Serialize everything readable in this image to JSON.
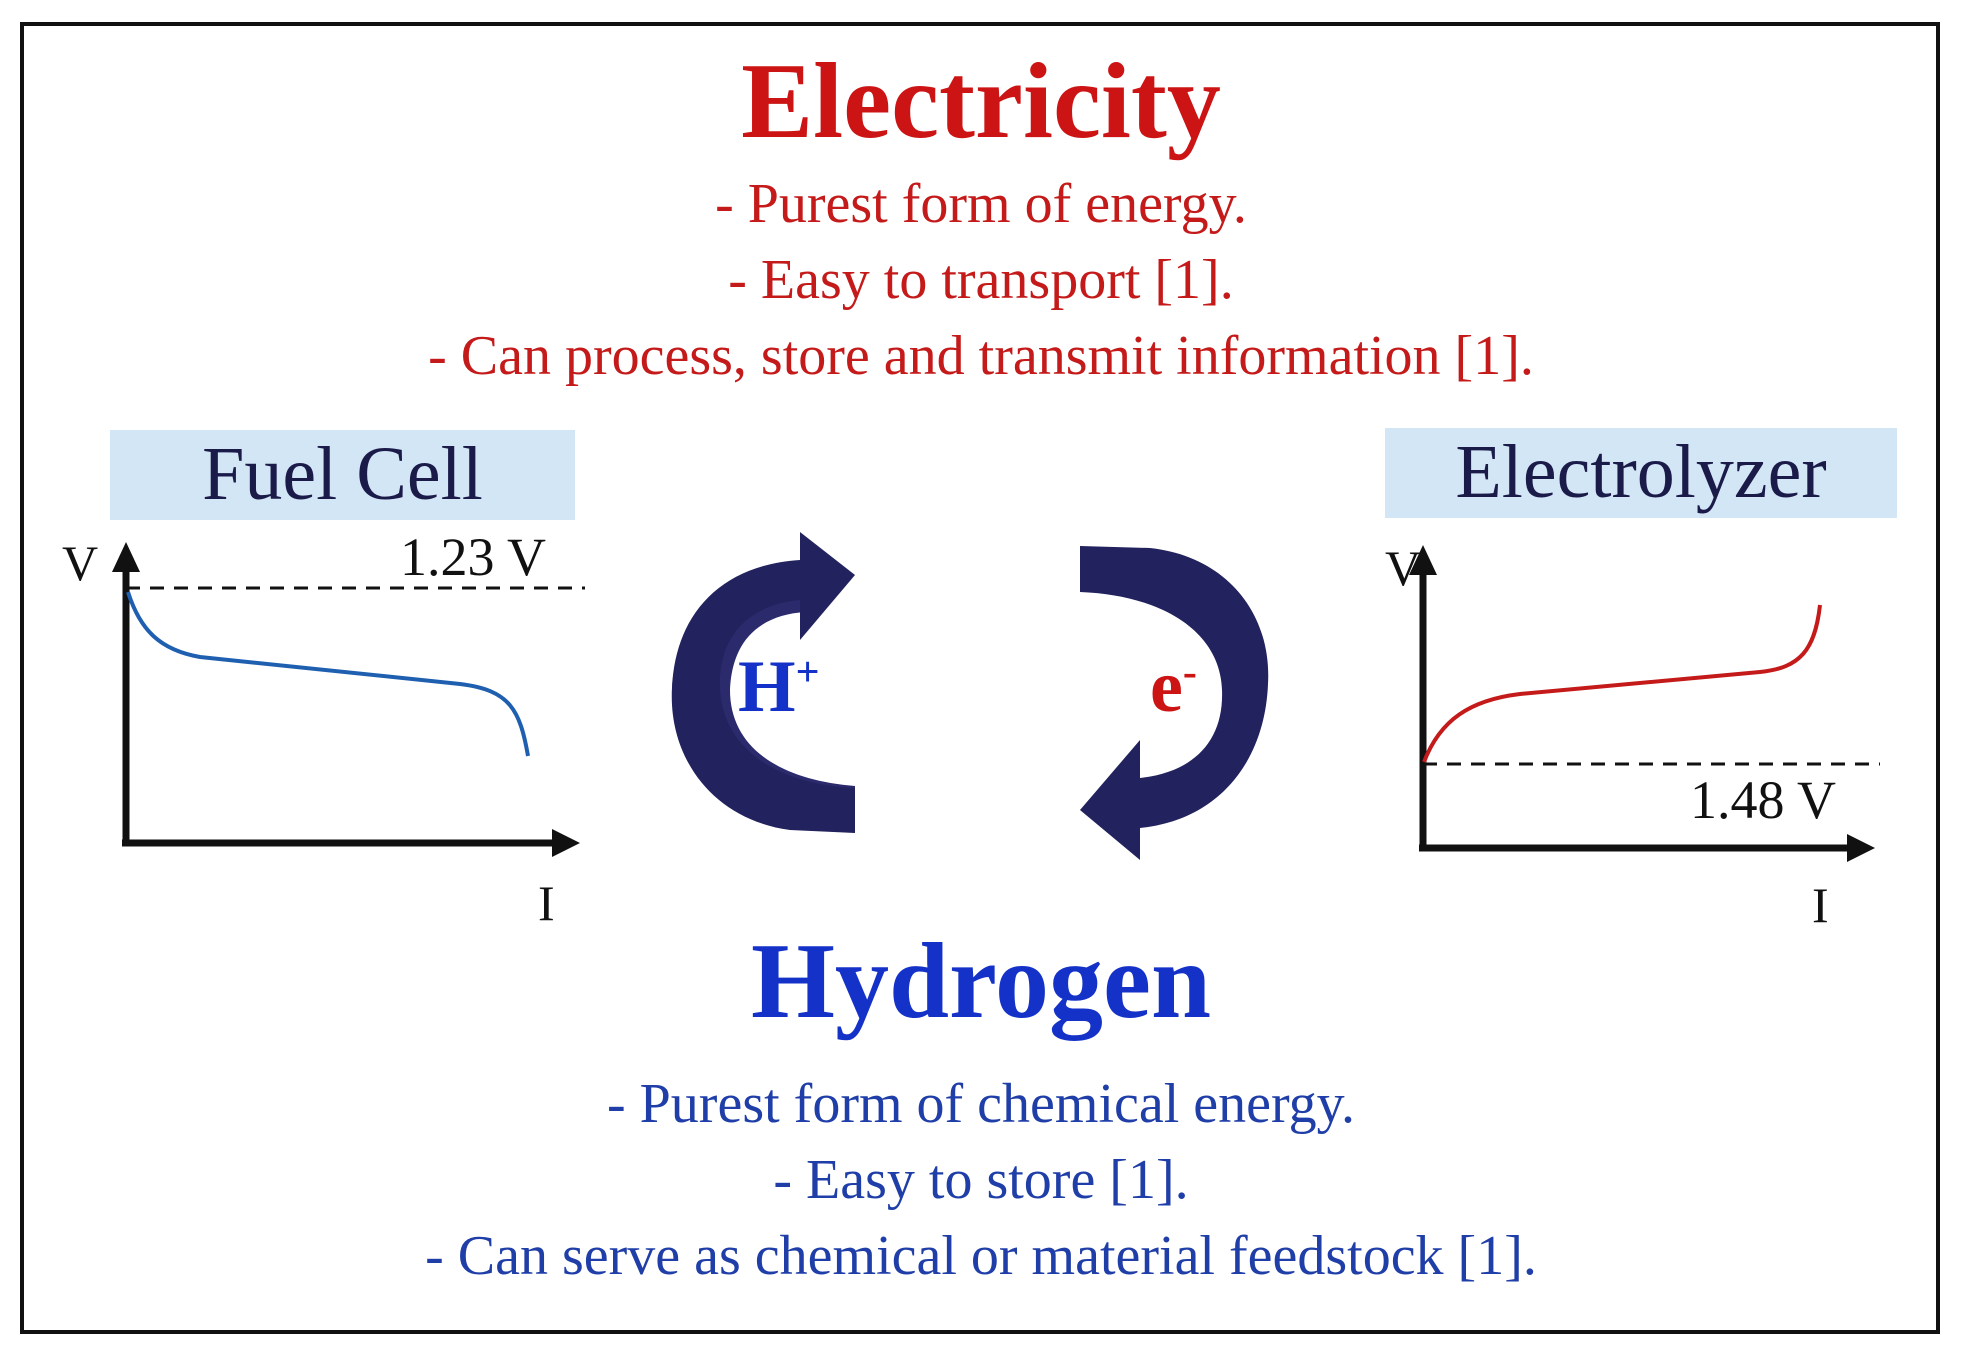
{
  "electricity": {
    "title": "Electricity",
    "lines": [
      "- Purest form of energy.",
      "- Easy to transport [1].",
      "- Can process, store and transmit information [1]."
    ]
  },
  "hydrogen": {
    "title": "Hydrogen",
    "lines": [
      "- Purest form of chemical energy.",
      "- Easy to store [1].",
      "- Can serve as chemical or material feedstock [1]."
    ]
  },
  "fuel_cell": {
    "label": "Fuel Cell",
    "y_axis": "V",
    "x_axis": "I",
    "reference": "1.23 V"
  },
  "electrolyzer": {
    "label": "Electrolyzer",
    "y_axis": "V",
    "x_axis": "I",
    "reference": "1.48 V"
  },
  "cycle": {
    "left_ion": "H",
    "left_ion_sup": "+",
    "right_ion": "e",
    "right_ion_sup": "-"
  },
  "colors": {
    "electricity": "#cc1414",
    "hydrogen": "#1432c8",
    "arrow": "#20205a",
    "label_bg": "#d3e6f5",
    "fuel_cell_curve": "#1f5fb0",
    "electrolyzer_curve": "#c41a1a"
  }
}
